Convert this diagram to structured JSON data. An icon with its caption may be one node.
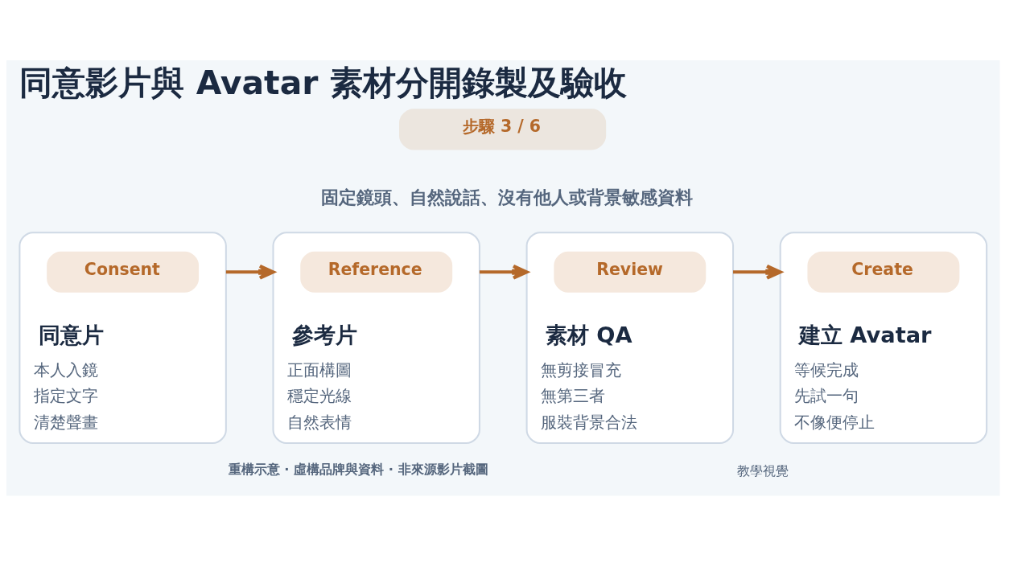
{
  "diagram": {
    "title": "同意影片與 Avatar 素材分開錄製及驗收",
    "nodes": [
      {
        "text": [
          "步驟 3 / 6"
        ]
      },
      {
        "text": [
          "同意片",
          "本人入鏡",
          "指定文字",
          "清楚聲畫"
        ]
      },
      {
        "text": [
          "Consent"
        ],
        "in": 1
      },
      {
        "text": [
          "參考片",
          "正面構圖",
          "穩定光線",
          "自然表情"
        ]
      },
      {
        "text": [
          "Reference"
        ],
        "in": 3
      },
      {
        "text": [
          "素材 QA",
          "無剪接冒充",
          "無第三者",
          "服裝背景合法"
        ]
      },
      {
        "text": [
          "Review"
        ],
        "in": 5
      },
      {
        "text": [
          "建立 Avatar",
          "等候完成",
          "先試一句",
          "不像便停止"
        ]
      },
      {
        "text": [
          "Create"
        ],
        "in": 7
      }
    ],
    "edges": [
      {
        "from": 1,
        "to": 3,
        "arrow": "to"
      },
      {
        "from": 3,
        "to": 5,
        "arrow": "to"
      },
      {
        "from": 5,
        "to": 7,
        "arrow": "to"
      }
    ],
    "labels": [
      "固定鏡頭、自然說話、沒有他人或背景敏感資料",
      "重構示意 · 虛構品牌與資料 · 非來源影片截圖",
      "教學視覺"
    ]
  }
}
